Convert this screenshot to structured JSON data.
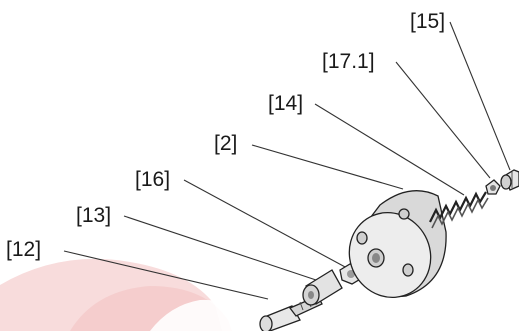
{
  "diagram": {
    "callouts": [
      {
        "id": "12",
        "label": "[12]"
      },
      {
        "id": "13",
        "label": "[13]"
      },
      {
        "id": "16",
        "label": "[16]"
      },
      {
        "id": "2",
        "label": "[2]"
      },
      {
        "id": "14",
        "label": "[14]"
      },
      {
        "id": "17.1",
        "label": "[17.1]"
      },
      {
        "id": "15",
        "label": "[15]"
      }
    ],
    "colors": {
      "watermark": "#f6d3d3",
      "part_fill": "#ececec",
      "part_shade": "#cfcfcf",
      "line": "#222222"
    }
  }
}
